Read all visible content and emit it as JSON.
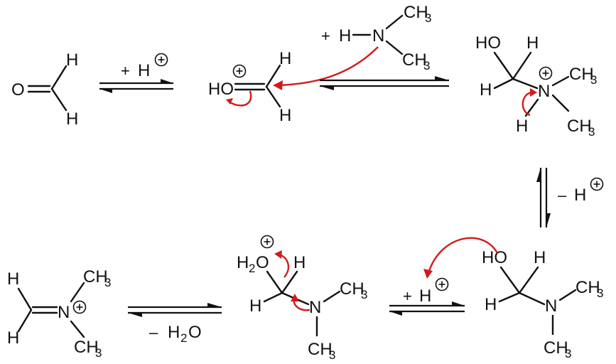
{
  "colors": {
    "ink": "#111111",
    "electron_arrow": "#d31a1a",
    "background": "#ffffff"
  },
  "icons": {
    "charge": "plus-in-circle",
    "equilibrium": "double-half-arrow",
    "electron_flow": "curved-arrow"
  },
  "atoms": {
    "O": "O",
    "H": "H",
    "HO": "HO",
    "N": "N",
    "CH": "CH",
    "three": "3",
    "H2": "H",
    "two": "2",
    "plus_sign": "+",
    "minus_sign": "–"
  },
  "conditions": {
    "step1": {
      "sign": "+",
      "species": "H"
    },
    "step2": {
      "sign": "+",
      "species": "H"
    },
    "step3": {
      "sign": "–",
      "species": "H"
    },
    "step4": {
      "sign": "+",
      "species": "H"
    },
    "step5": {
      "sign": "–",
      "species": "H",
      "sub": "2",
      "suffix": "O"
    }
  }
}
